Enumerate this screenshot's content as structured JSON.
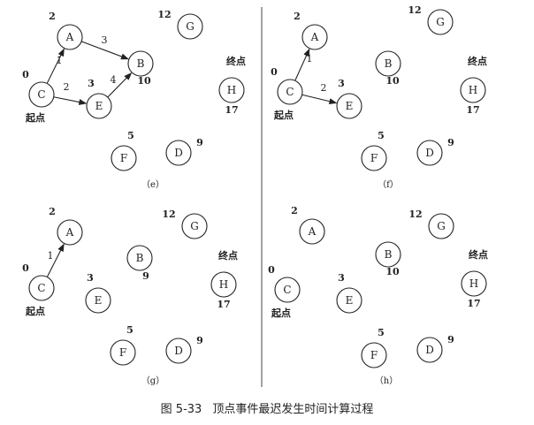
{
  "caption": {
    "figure_no": "图 5-33",
    "title": "顶点事件最迟发生时间计算过程"
  },
  "colors": {
    "ink": "#222222",
    "divider": "#444444",
    "background": "#ffffff"
  },
  "panels": [
    {
      "id": "e",
      "label": "（e）",
      "nodes": [
        {
          "id": "A",
          "value": "2"
        },
        {
          "id": "B",
          "value": "10"
        },
        {
          "id": "C",
          "value": "0",
          "note": "起点"
        },
        {
          "id": "D",
          "value": "9"
        },
        {
          "id": "E",
          "value": "3"
        },
        {
          "id": "F",
          "value": "5"
        },
        {
          "id": "G",
          "value": "12"
        },
        {
          "id": "H",
          "value": "17",
          "note": "终点"
        }
      ],
      "edges": [
        {
          "from": "C",
          "to": "A",
          "weight": "1"
        },
        {
          "from": "A",
          "to": "B",
          "weight": "3"
        },
        {
          "from": "C",
          "to": "E",
          "weight": "2"
        },
        {
          "from": "E",
          "to": "B",
          "weight": "4"
        }
      ]
    },
    {
      "id": "f",
      "label": "（f）",
      "nodes": [
        {
          "id": "A",
          "value": "2"
        },
        {
          "id": "B",
          "value": "10"
        },
        {
          "id": "C",
          "value": "0",
          "note": "起点"
        },
        {
          "id": "D",
          "value": "9"
        },
        {
          "id": "E",
          "value": "3"
        },
        {
          "id": "F",
          "value": "5"
        },
        {
          "id": "G",
          "value": "12"
        },
        {
          "id": "H",
          "value": "17",
          "note": "终点"
        }
      ],
      "edges": [
        {
          "from": "C",
          "to": "A",
          "weight": "1"
        },
        {
          "from": "C",
          "to": "E",
          "weight": "2"
        }
      ]
    },
    {
      "id": "g",
      "label": "（g）",
      "nodes": [
        {
          "id": "A",
          "value": "2"
        },
        {
          "id": "B",
          "value": "9"
        },
        {
          "id": "C",
          "value": "0",
          "note": "起点"
        },
        {
          "id": "D",
          "value": "9"
        },
        {
          "id": "E",
          "value": "3"
        },
        {
          "id": "F",
          "value": "5"
        },
        {
          "id": "G",
          "value": "12"
        },
        {
          "id": "H",
          "value": "17",
          "note": "终点"
        }
      ],
      "edges": [
        {
          "from": "C",
          "to": "A",
          "weight": "1"
        }
      ]
    },
    {
      "id": "h",
      "label": "（h）",
      "nodes": [
        {
          "id": "A",
          "value": "2"
        },
        {
          "id": "B",
          "value": "10"
        },
        {
          "id": "C",
          "value": "0",
          "note": "起点"
        },
        {
          "id": "D",
          "value": "9"
        },
        {
          "id": "E",
          "value": "3"
        },
        {
          "id": "F",
          "value": "5"
        },
        {
          "id": "G",
          "value": "12"
        },
        {
          "id": "H",
          "value": "17",
          "note": "终点"
        }
      ],
      "edges": []
    }
  ]
}
